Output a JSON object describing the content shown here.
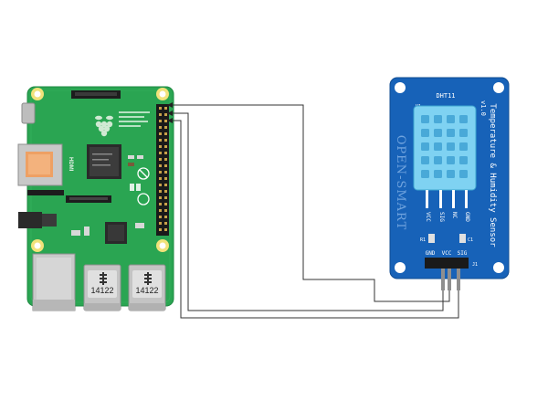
{
  "diagram": {
    "colors": {
      "wire": "#333333",
      "pi_board": "#2aa552",
      "sensor_board": "#1762b8",
      "sensor_housing": "#7fd2f2",
      "usb_silver": "#c9c9c9"
    },
    "raspberry_pi": {
      "hdmi_label": "HDMI",
      "usb_labels": [
        "14122",
        "14122"
      ]
    },
    "sensor_module": {
      "component_label": "DHT11",
      "brand_text": "OPEN-SMART",
      "title_text": "Temperature & Humidity Sensor",
      "version_text": "v1.0",
      "chip_pins": [
        "VCC",
        "SIG",
        "NC",
        "GND"
      ],
      "header_pins": [
        "GND",
        "VCC",
        "SIG"
      ],
      "header_ref": "J1",
      "ref_u1": "U1",
      "ref_r1": "R1",
      "ref_c1": "C1"
    }
  }
}
